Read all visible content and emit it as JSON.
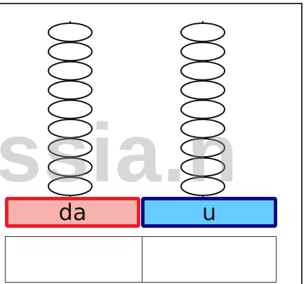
{
  "watermark": "ssia.n",
  "rods": [
    {
      "label": "da",
      "beads": 9,
      "fill": "#f7b2ad",
      "border": "#ee1c24"
    },
    {
      "label": "u",
      "beads": 9,
      "fill": "#66ccff",
      "border": "#0a0a8a"
    }
  ]
}
